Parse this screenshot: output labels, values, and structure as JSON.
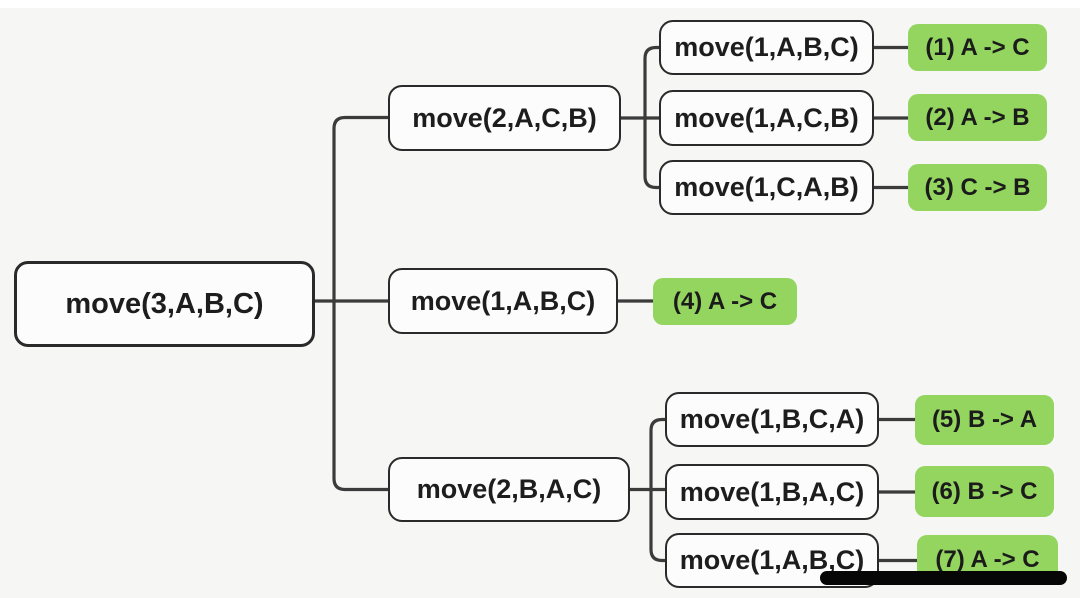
{
  "diagram": {
    "root": {
      "label": "move(3,A,B,C)"
    },
    "children": [
      {
        "label": "move(2,A,C,B)",
        "children": [
          {
            "label": "move(1,A,B,C)",
            "result": "(1) A -> C"
          },
          {
            "label": "move(1,A,C,B)",
            "result": "(2) A -> B"
          },
          {
            "label": "move(1,C,A,B)",
            "result": "(3) C -> B"
          }
        ]
      },
      {
        "label": "move(1,A,B,C)",
        "result": "(4) A -> C"
      },
      {
        "label": "move(2,B,A,C)",
        "children": [
          {
            "label": "move(1,B,C,A)",
            "result": "(5) B -> A"
          },
          {
            "label": "move(1,B,A,C)",
            "result": "(6) B -> C"
          },
          {
            "label": "move(1,A,B,C)",
            "result": "(7) A -> C"
          }
        ]
      }
    ],
    "colors": {
      "background": "#f6f6f5",
      "node_fill": "#fcfcfc",
      "node_border": "#2a2a2a",
      "edge": "#3b3b3b",
      "badge_green": "#93d55f",
      "marker_black": "#060606"
    }
  }
}
